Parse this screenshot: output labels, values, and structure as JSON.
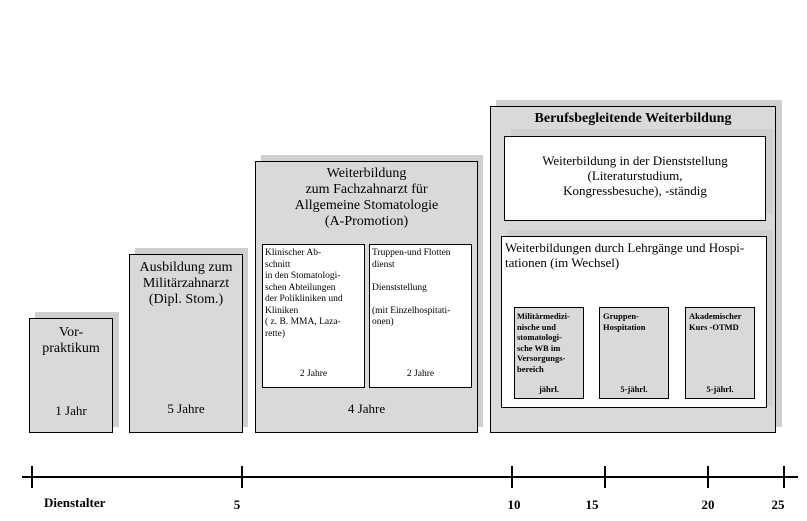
{
  "vorpraktikum": {
    "title": "Vor-\npraktikum",
    "duration": "1 Jahr"
  },
  "ausbildung": {
    "title": "Ausbildung zum\nMilitärzahnarzt\n(Dipl. Stom.)",
    "duration": "5 Jahre"
  },
  "fachzahnarzt": {
    "title": "Weiterbildung\nzum Fachzahnarzt für\nAllgemeine Stomatologie\n(A-Promotion)",
    "klinisch_text": "Klinischer Ab-\nschnitt\nin den Stomatologi-\nschen Abteilungen\nder Polikliniken und\nKliniken\n( z. B. MMA, Laza-\nrette)",
    "klinisch_duration": "2 Jahre",
    "truppen_text": "Truppen-und Flotten\ndienst\n\nDienststellung\n\n(mit Einzelhospitati-\nonen)",
    "truppen_duration": "2 Jahre",
    "duration": "4 Jahre"
  },
  "berufsbegleitend": {
    "title": "Berufsbegleitende Weiterbildung",
    "dienststellung_text": "Weiterbildung in der Dienststellung\n(Literaturstudium,\nKongressbesuche), -ständig",
    "lehrgaenge_title": "Weiterbildungen durch Lehrgänge und Hospi-\ntationen (im Wechsel)",
    "items": [
      {
        "text": "Militärmedizi-\nnische und\nstomatologi-\nsche WB im\nVersorgungs-\nbereich",
        "freq": "jährl."
      },
      {
        "text": "Gruppen-\nHospitation",
        "freq": "5-jährl."
      },
      {
        "text": "Akademischer\nKurs -OTMD",
        "freq": "5-jährl."
      }
    ]
  },
  "axis": {
    "label": "Dienstalter",
    "ticks": [
      "5",
      "10",
      "15",
      "20",
      "25"
    ]
  }
}
